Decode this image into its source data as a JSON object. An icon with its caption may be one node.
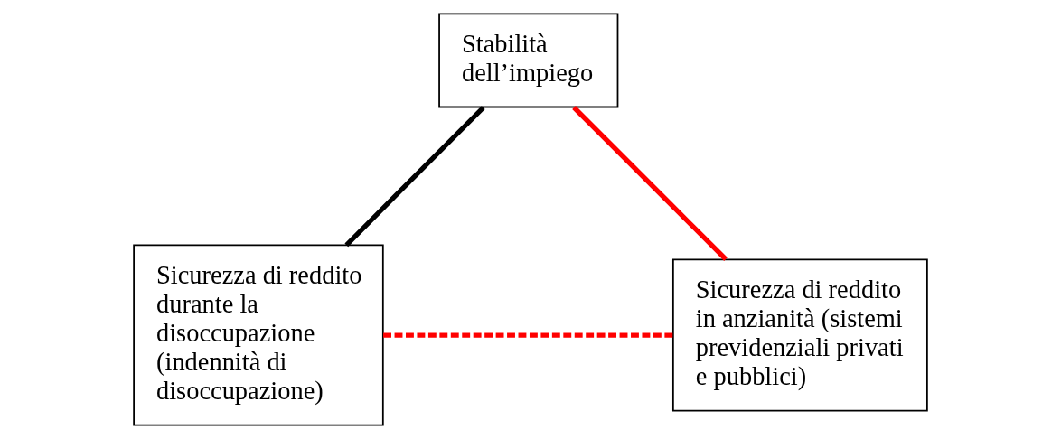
{
  "diagram": {
    "nodes": [
      {
        "text": [
          "Stabilità dell’impiego"
        ]
      },
      {
        "text": [
          "Sicurezza di reddito durante la disoccupazione (indennità di disoccupazione)"
        ]
      },
      {
        "text": [
          "Sicurezza di reddito in anzianità (sistemi previdenziali privati e pubblici)"
        ]
      }
    ],
    "edges": [
      {
        "from": 0,
        "to": 1,
        "arrow": "none",
        "color": "#000000"
      },
      {
        "from": 0,
        "to": 2,
        "arrow": "none",
        "color": "#ff0000"
      },
      {
        "from": 1,
        "to": 2,
        "arrow": "none",
        "style": "dashed",
        "color": "#ff0000"
      }
    ]
  }
}
